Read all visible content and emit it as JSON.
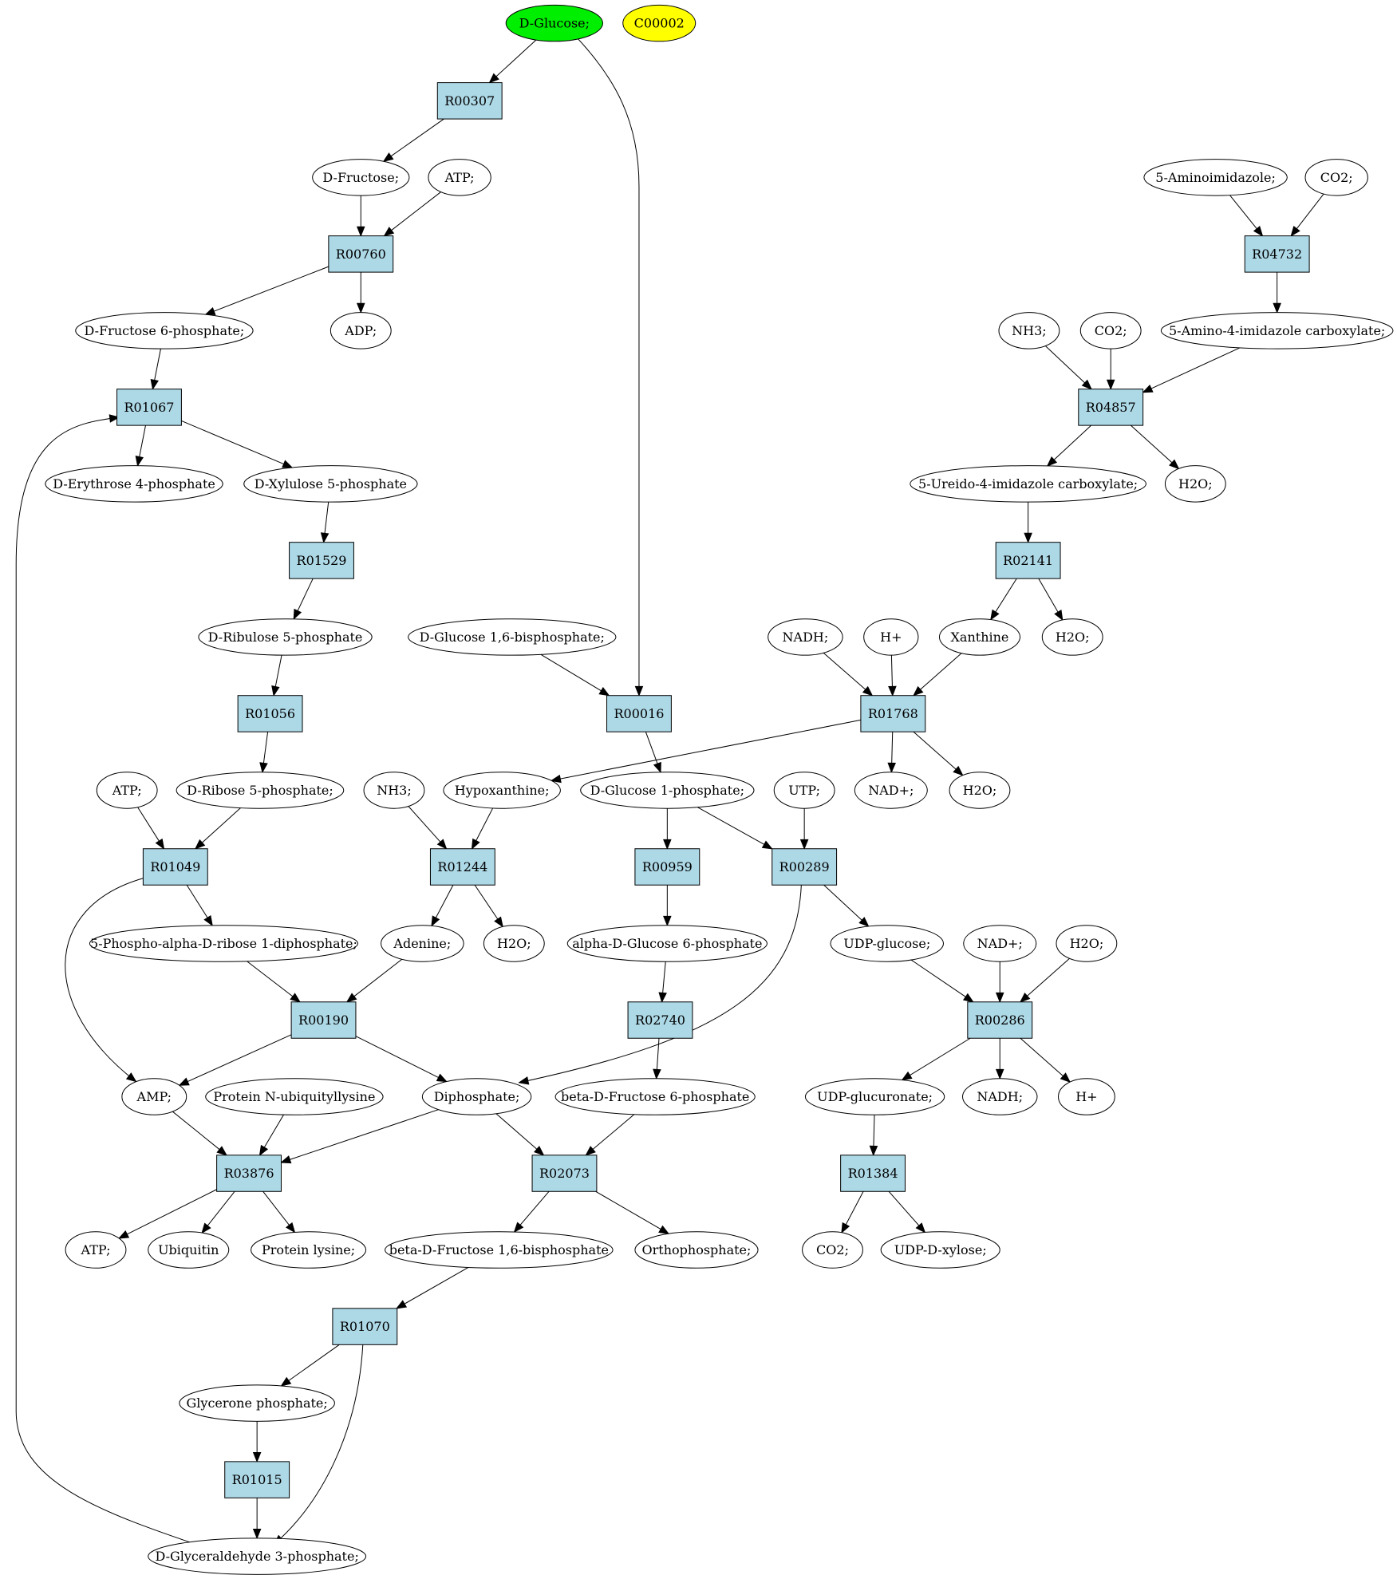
{
  "diagram": {
    "title": "",
    "colors": {
      "reaction_fill": "#add8e6",
      "compound_fill": "#ffffff",
      "start_fill": "#00ee00",
      "highlight_fill": "#ffff00",
      "stroke": "#000000"
    },
    "nodes": [
      {
        "id": "c_glucose",
        "label": "D-Glucose;",
        "kind": "compound",
        "style": "start"
      },
      {
        "id": "c_c00002",
        "label": "C00002",
        "kind": "compound",
        "style": "highlight"
      },
      {
        "id": "r00307",
        "label": "R00307",
        "kind": "reaction"
      },
      {
        "id": "c_fructose",
        "label": "D-Fructose;",
        "kind": "compound"
      },
      {
        "id": "c_atp1",
        "label": "ATP;",
        "kind": "compound"
      },
      {
        "id": "r00760",
        "label": "R00760",
        "kind": "reaction"
      },
      {
        "id": "c_f6p",
        "label": "D-Fructose 6-phosphate;",
        "kind": "compound"
      },
      {
        "id": "c_adp",
        "label": "ADP;",
        "kind": "compound"
      },
      {
        "id": "r01067",
        "label": "R01067",
        "kind": "reaction"
      },
      {
        "id": "c_e4p",
        "label": "D-Erythrose 4-phosphate",
        "kind": "compound"
      },
      {
        "id": "c_xu5p",
        "label": "D-Xylulose 5-phosphate",
        "kind": "compound"
      },
      {
        "id": "r01529",
        "label": "R01529",
        "kind": "reaction"
      },
      {
        "id": "c_ru5p",
        "label": "D-Ribulose 5-phosphate",
        "kind": "compound"
      },
      {
        "id": "r01056",
        "label": "R01056",
        "kind": "reaction"
      },
      {
        "id": "c_atp2",
        "label": "ATP;",
        "kind": "compound"
      },
      {
        "id": "c_r5p",
        "label": "D-Ribose 5-phosphate;",
        "kind": "compound"
      },
      {
        "id": "r01049",
        "label": "R01049",
        "kind": "reaction"
      },
      {
        "id": "c_prpp",
        "label": "5-Phospho-alpha-D-ribose 1-diphosphate;",
        "kind": "compound"
      },
      {
        "id": "c_aminoimid",
        "label": "5-Aminoimidazole;",
        "kind": "compound"
      },
      {
        "id": "c_co2a",
        "label": "CO2;",
        "kind": "compound"
      },
      {
        "id": "r04732",
        "label": "R04732",
        "kind": "reaction"
      },
      {
        "id": "c_aicarbox",
        "label": "5-Amino-4-imidazole carboxylate;",
        "kind": "compound"
      },
      {
        "id": "c_nh3a",
        "label": "NH3;",
        "kind": "compound"
      },
      {
        "id": "c_co2b",
        "label": "CO2;",
        "kind": "compound"
      },
      {
        "id": "r04857",
        "label": "R04857",
        "kind": "reaction"
      },
      {
        "id": "c_ureido",
        "label": "5-Ureido-4-imidazole carboxylate;",
        "kind": "compound"
      },
      {
        "id": "c_h2oa",
        "label": "H2O;",
        "kind": "compound"
      },
      {
        "id": "r02141",
        "label": "R02141",
        "kind": "reaction"
      },
      {
        "id": "c_xanthine",
        "label": "Xanthine",
        "kind": "compound"
      },
      {
        "id": "c_h2ob",
        "label": "H2O;",
        "kind": "compound"
      },
      {
        "id": "c_nadha",
        "label": "NADH;",
        "kind": "compound"
      },
      {
        "id": "c_hpa",
        "label": "H+",
        "kind": "compound"
      },
      {
        "id": "r01768",
        "label": "R01768",
        "kind": "reaction"
      },
      {
        "id": "c_nadpa",
        "label": "NAD+;",
        "kind": "compound"
      },
      {
        "id": "c_h2oc",
        "label": "H2O;",
        "kind": "compound"
      },
      {
        "id": "c_g16bp",
        "label": "D-Glucose 1,6-bisphosphate;",
        "kind": "compound"
      },
      {
        "id": "r00016",
        "label": "R00016",
        "kind": "reaction"
      },
      {
        "id": "c_hypox",
        "label": "Hypoxanthine;",
        "kind": "compound"
      },
      {
        "id": "c_g1p",
        "label": "D-Glucose 1-phosphate;",
        "kind": "compound"
      },
      {
        "id": "c_nh3b",
        "label": "NH3;",
        "kind": "compound"
      },
      {
        "id": "c_utp",
        "label": "UTP;",
        "kind": "compound"
      },
      {
        "id": "r01244",
        "label": "R01244",
        "kind": "reaction"
      },
      {
        "id": "r00959",
        "label": "R00959",
        "kind": "reaction"
      },
      {
        "id": "r00289",
        "label": "R00289",
        "kind": "reaction"
      },
      {
        "id": "c_adenine",
        "label": "Adenine;",
        "kind": "compound"
      },
      {
        "id": "c_h2od",
        "label": "H2O;",
        "kind": "compound"
      },
      {
        "id": "c_ag6p",
        "label": "alpha-D-Glucose 6-phosphate",
        "kind": "compound"
      },
      {
        "id": "c_udpglc",
        "label": "UDP-glucose;",
        "kind": "compound"
      },
      {
        "id": "c_nadpb",
        "label": "NAD+;",
        "kind": "compound"
      },
      {
        "id": "c_h2oe",
        "label": "H2O;",
        "kind": "compound"
      },
      {
        "id": "r00190",
        "label": "R00190",
        "kind": "reaction"
      },
      {
        "id": "r02740",
        "label": "R02740",
        "kind": "reaction"
      },
      {
        "id": "r00286",
        "label": "R00286",
        "kind": "reaction"
      },
      {
        "id": "c_amp",
        "label": "AMP;",
        "kind": "compound"
      },
      {
        "id": "c_protub",
        "label": "Protein N-ubiquityllysine",
        "kind": "compound"
      },
      {
        "id": "c_diphos",
        "label": "Diphosphate;",
        "kind": "compound"
      },
      {
        "id": "c_bf6p",
        "label": "beta-D-Fructose 6-phosphate",
        "kind": "compound"
      },
      {
        "id": "c_udpglcu",
        "label": "UDP-glucuronate;",
        "kind": "compound"
      },
      {
        "id": "c_nadhb",
        "label": "NADH;",
        "kind": "compound"
      },
      {
        "id": "c_hpb",
        "label": "H+",
        "kind": "compound"
      },
      {
        "id": "r03876",
        "label": "R03876",
        "kind": "reaction"
      },
      {
        "id": "r02073",
        "label": "R02073",
        "kind": "reaction"
      },
      {
        "id": "r01384",
        "label": "R01384",
        "kind": "reaction"
      },
      {
        "id": "c_atp3",
        "label": "ATP;",
        "kind": "compound"
      },
      {
        "id": "c_ubiq",
        "label": "Ubiquitin",
        "kind": "compound"
      },
      {
        "id": "c_protlys",
        "label": "Protein lysine;",
        "kind": "compound"
      },
      {
        "id": "c_bf16bp",
        "label": "beta-D-Fructose 1,6-bisphosphate",
        "kind": "compound"
      },
      {
        "id": "c_orthop",
        "label": "Orthophosphate;",
        "kind": "compound"
      },
      {
        "id": "c_co2c",
        "label": "CO2;",
        "kind": "compound"
      },
      {
        "id": "c_udpxyl",
        "label": "UDP-D-xylose;",
        "kind": "compound"
      },
      {
        "id": "r01070",
        "label": "R01070",
        "kind": "reaction"
      },
      {
        "id": "c_dhap",
        "label": "Glycerone phosphate;",
        "kind": "compound"
      },
      {
        "id": "r01015",
        "label": "R01015",
        "kind": "reaction"
      },
      {
        "id": "c_g3p",
        "label": "D-Glyceraldehyde 3-phosphate;",
        "kind": "compound"
      }
    ],
    "edges": [
      {
        "from": "c_glucose",
        "to": "r00307"
      },
      {
        "from": "c_glucose",
        "to": "r00016"
      },
      {
        "from": "r00307",
        "to": "c_fructose"
      },
      {
        "from": "c_fructose",
        "to": "r00760"
      },
      {
        "from": "c_atp1",
        "to": "r00760"
      },
      {
        "from": "r00760",
        "to": "c_f6p"
      },
      {
        "from": "r00760",
        "to": "c_adp"
      },
      {
        "from": "c_f6p",
        "to": "r01067"
      },
      {
        "from": "r01067",
        "to": "c_e4p"
      },
      {
        "from": "r01067",
        "to": "c_xu5p"
      },
      {
        "from": "c_xu5p",
        "to": "r01529"
      },
      {
        "from": "r01529",
        "to": "c_ru5p"
      },
      {
        "from": "c_ru5p",
        "to": "r01056"
      },
      {
        "from": "r01056",
        "to": "c_r5p"
      },
      {
        "from": "c_atp2",
        "to": "r01049"
      },
      {
        "from": "c_r5p",
        "to": "r01049"
      },
      {
        "from": "r01049",
        "to": "c_prpp"
      },
      {
        "from": "r01049",
        "to": "c_amp"
      },
      {
        "from": "c_aminoimid",
        "to": "r04732"
      },
      {
        "from": "c_co2a",
        "to": "r04732"
      },
      {
        "from": "r04732",
        "to": "c_aicarbox"
      },
      {
        "from": "c_nh3a",
        "to": "r04857"
      },
      {
        "from": "c_co2b",
        "to": "r04857"
      },
      {
        "from": "c_aicarbox",
        "to": "r04857"
      },
      {
        "from": "r04857",
        "to": "c_ureido"
      },
      {
        "from": "r04857",
        "to": "c_h2oa"
      },
      {
        "from": "c_ureido",
        "to": "r02141"
      },
      {
        "from": "r02141",
        "to": "c_xanthine"
      },
      {
        "from": "r02141",
        "to": "c_h2ob"
      },
      {
        "from": "c_nadha",
        "to": "r01768"
      },
      {
        "from": "c_hpa",
        "to": "r01768"
      },
      {
        "from": "c_xanthine",
        "to": "r01768"
      },
      {
        "from": "r01768",
        "to": "c_hypox"
      },
      {
        "from": "r01768",
        "to": "c_nadpa"
      },
      {
        "from": "r01768",
        "to": "c_h2oc"
      },
      {
        "from": "c_g16bp",
        "to": "r00016"
      },
      {
        "from": "r00016",
        "to": "c_g1p"
      },
      {
        "from": "c_nh3b",
        "to": "r01244"
      },
      {
        "from": "c_hypox",
        "to": "r01244"
      },
      {
        "from": "r01244",
        "to": "c_adenine"
      },
      {
        "from": "r01244",
        "to": "c_h2od"
      },
      {
        "from": "c_g1p",
        "to": "r00959"
      },
      {
        "from": "c_g1p",
        "to": "r00289"
      },
      {
        "from": "c_utp",
        "to": "r00289"
      },
      {
        "from": "r00959",
        "to": "c_ag6p"
      },
      {
        "from": "r00289",
        "to": "c_udpglc"
      },
      {
        "from": "r00289",
        "to": "c_diphos"
      },
      {
        "from": "c_prpp",
        "to": "r00190"
      },
      {
        "from": "c_adenine",
        "to": "r00190"
      },
      {
        "from": "r00190",
        "to": "c_amp"
      },
      {
        "from": "r00190",
        "to": "c_diphos"
      },
      {
        "from": "c_ag6p",
        "to": "r02740"
      },
      {
        "from": "r02740",
        "to": "c_bf6p"
      },
      {
        "from": "c_udpglc",
        "to": "r00286"
      },
      {
        "from": "c_nadpb",
        "to": "r00286"
      },
      {
        "from": "c_h2oe",
        "to": "r00286"
      },
      {
        "from": "r00286",
        "to": "c_udpglcu"
      },
      {
        "from": "r00286",
        "to": "c_nadhb"
      },
      {
        "from": "r00286",
        "to": "c_hpb"
      },
      {
        "from": "c_amp",
        "to": "r03876"
      },
      {
        "from": "c_protub",
        "to": "r03876"
      },
      {
        "from": "c_diphos",
        "to": "r03876"
      },
      {
        "from": "c_diphos",
        "to": "r02073"
      },
      {
        "from": "c_bf6p",
        "to": "r02073"
      },
      {
        "from": "c_udpglcu",
        "to": "r01384"
      },
      {
        "from": "r03876",
        "to": "c_atp3"
      },
      {
        "from": "r03876",
        "to": "c_ubiq"
      },
      {
        "from": "r03876",
        "to": "c_protlys"
      },
      {
        "from": "r02073",
        "to": "c_bf16bp"
      },
      {
        "from": "r02073",
        "to": "c_orthop"
      },
      {
        "from": "r01384",
        "to": "c_co2c"
      },
      {
        "from": "r01384",
        "to": "c_udpxyl"
      },
      {
        "from": "c_bf16bp",
        "to": "r01070"
      },
      {
        "from": "r01070",
        "to": "c_dhap"
      },
      {
        "from": "r01070",
        "to": "c_g3p"
      },
      {
        "from": "c_dhap",
        "to": "r01015"
      },
      {
        "from": "r01015",
        "to": "c_g3p"
      },
      {
        "from": "c_g3p",
        "to": "r01067"
      }
    ]
  }
}
